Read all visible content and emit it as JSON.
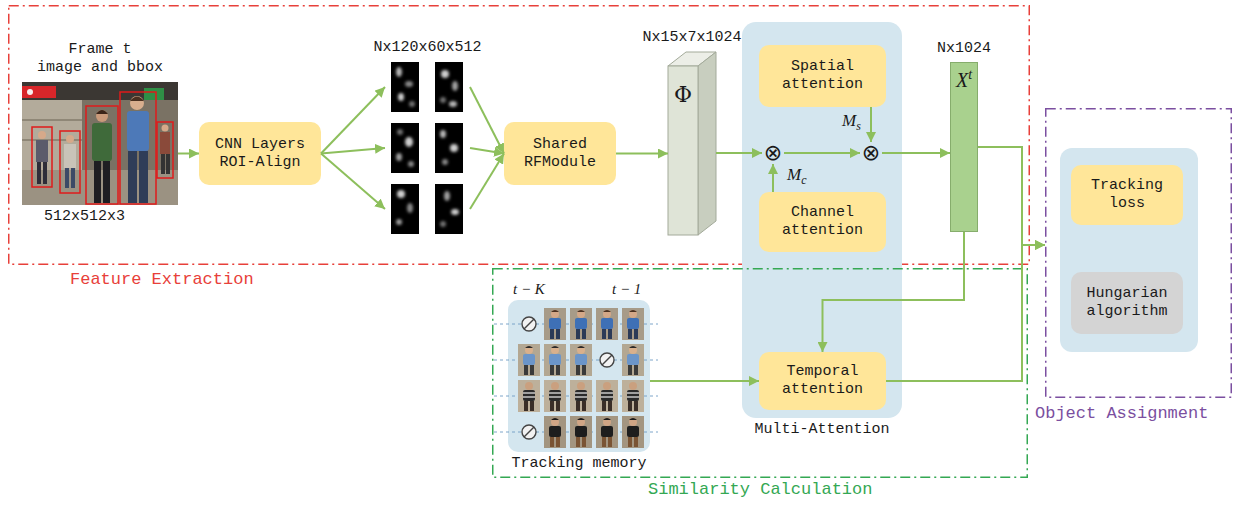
{
  "diagram": {
    "nodes": [
      {
        "text": [
          "Feature Extraction"
        ]
      },
      {
        "text": [
          "Frame t image and bbox",
          "512x512x3"
        ],
        "in": 0
      },
      {
        "text": [
          "CNN Layers ROI-Align"
        ],
        "in": 0
      },
      {
        "text": [
          "Nx120x60x512"
        ],
        "in": 0
      },
      {
        "text": [
          "Shared RFModule"
        ],
        "in": 0
      },
      {
        "text": [
          "Nx15x7x1024",
          "Φ"
        ],
        "in": 0
      },
      {
        "text": [
          "Multi-Attention"
        ]
      },
      {
        "text": [
          "Spatial attention"
        ],
        "in": 6
      },
      {
        "text": [
          "Channel attention"
        ],
        "in": 6
      },
      {
        "text": [
          "⊗"
        ],
        "in": 6
      },
      {
        "text": [
          "⊗"
        ],
        "in": 6
      },
      {
        "text": [
          "Nx1024",
          "Xt"
        ],
        "in": 0
      },
      {
        "text": [
          "Similarity Calculation"
        ]
      },
      {
        "text": [
          "Tracking memory"
        ],
        "in": 12
      },
      {
        "text": [
          "Temporal attention"
        ],
        "in": 6
      },
      {
        "text": [
          "Object Assignment"
        ]
      },
      {
        "text": [
          "Tracking loss"
        ],
        "in": 15
      },
      {
        "text": [
          "Hungarian algorithm"
        ],
        "in": 15
      }
    ],
    "edges": [
      {
        "from": 1,
        "to": 2,
        "arrow": "to"
      },
      {
        "from": 2,
        "to": 3,
        "arrow": "to"
      },
      {
        "from": 3,
        "to": 4,
        "arrow": "to"
      },
      {
        "from": 4,
        "to": 5,
        "arrow": "to"
      },
      {
        "from": 5,
        "to": 9,
        "arrow": "to"
      },
      {
        "from": 8,
        "to": 9,
        "label": "Mc",
        "arrow": "to"
      },
      {
        "from": 9,
        "to": 10,
        "arrow": "to"
      },
      {
        "from": 7,
        "to": 10,
        "label": "Ms",
        "arrow": "to"
      },
      {
        "from": 10,
        "to": 11,
        "arrow": "to"
      },
      {
        "from": 11,
        "to": 14,
        "arrow": "to"
      },
      {
        "from": 13,
        "to": 14,
        "arrow": "to"
      },
      {
        "from": 11,
        "to": 15,
        "arrow": "to"
      },
      {
        "from": 14,
        "to": 15,
        "arrow": "to"
      }
    ],
    "labels": [
      "t − K",
      "t − 1"
    ]
  }
}
